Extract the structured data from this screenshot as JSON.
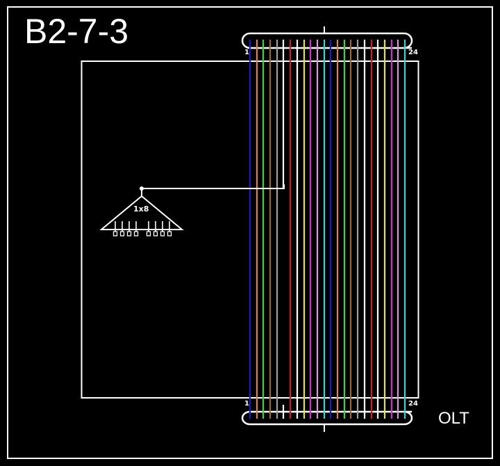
{
  "diagram": {
    "title": "B2-7-3",
    "olt_label": "OLT",
    "splitter": {
      "label": "1x8",
      "outputs": 8
    },
    "cable": {
      "fiber_count": 24,
      "top_start_label": "1",
      "top_end_label": "24",
      "bottom_start_label": "1",
      "bottom_end_label": "24",
      "spliced_fiber": 6,
      "fiber_colors": [
        {
          "fiber": 1,
          "name": "blue",
          "hex": "#1a1acc"
        },
        {
          "fiber": 2,
          "name": "orange",
          "hex": "#e0853a"
        },
        {
          "fiber": 3,
          "name": "green",
          "hex": "#3cd63c"
        },
        {
          "fiber": 4,
          "name": "brown",
          "hex": "#9a6a34"
        },
        {
          "fiber": 5,
          "name": "gray",
          "hex": "#a0a0a0"
        },
        {
          "fiber": 6,
          "name": "white",
          "hex": "#ffffff"
        },
        {
          "fiber": 7,
          "name": "red",
          "hex": "#cc1f1f"
        },
        {
          "fiber": 8,
          "name": "black",
          "hex": "#ffffff"
        },
        {
          "fiber": 9,
          "name": "yellow",
          "hex": "#e6e62e"
        },
        {
          "fiber": 10,
          "name": "violet",
          "hex": "#cc33cc"
        },
        {
          "fiber": 11,
          "name": "rose",
          "hex": "#d99ad9"
        },
        {
          "fiber": 12,
          "name": "aqua",
          "hex": "#33d6d6"
        },
        {
          "fiber": 13,
          "name": "blue",
          "hex": "#1a1acc"
        },
        {
          "fiber": 14,
          "name": "orange",
          "hex": "#e0853a"
        },
        {
          "fiber": 15,
          "name": "green",
          "hex": "#3cd63c"
        },
        {
          "fiber": 16,
          "name": "brown",
          "hex": "#9a6a34"
        },
        {
          "fiber": 17,
          "name": "gray",
          "hex": "#a0a0a0"
        },
        {
          "fiber": 18,
          "name": "white",
          "hex": "#ffffff"
        },
        {
          "fiber": 19,
          "name": "red",
          "hex": "#cc1f1f"
        },
        {
          "fiber": 20,
          "name": "black",
          "hex": "#ffffff"
        },
        {
          "fiber": 21,
          "name": "yellow",
          "hex": "#e6e62e"
        },
        {
          "fiber": 22,
          "name": "violet",
          "hex": "#cc33cc"
        },
        {
          "fiber": 23,
          "name": "rose",
          "hex": "#d99ad9"
        },
        {
          "fiber": 24,
          "name": "aqua",
          "hex": "#33d6d6"
        }
      ]
    },
    "colors": {
      "background": "#000000",
      "line": "#ffffff"
    }
  }
}
